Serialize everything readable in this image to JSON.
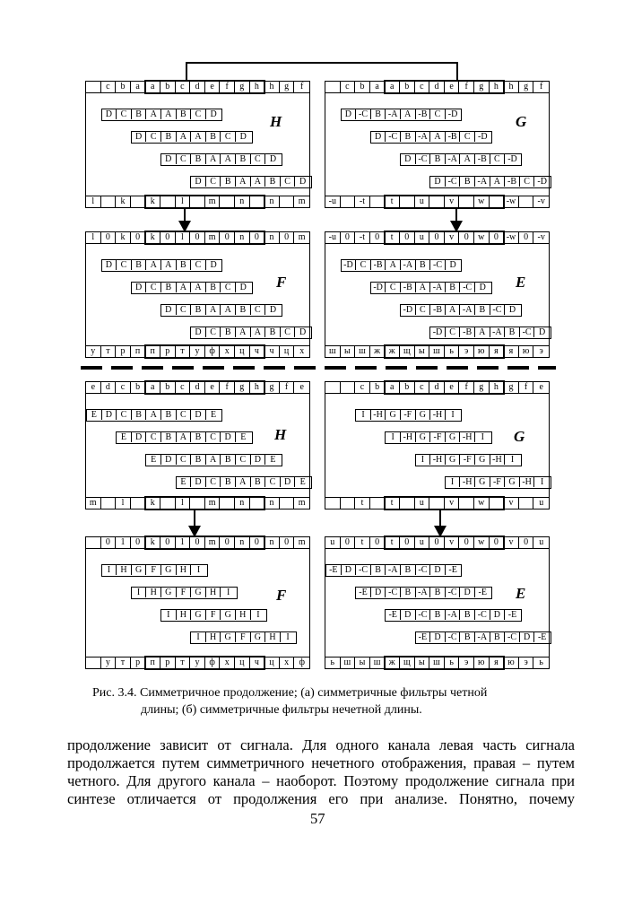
{
  "figure": {
    "panels": [
      {
        "id": "a-H",
        "label": "H",
        "header": [
          "",
          "c",
          "b",
          "a",
          "a",
          "b",
          "c",
          "d",
          "e",
          "f",
          "g",
          "h",
          "h",
          "g",
          "f"
        ],
        "row": [
          "D",
          "C",
          "B",
          "A",
          "A",
          "B",
          "C",
          "D"
        ],
        "bottom": [
          "l",
          "",
          "k",
          "",
          "k",
          "",
          "l",
          "",
          "m",
          "",
          "n",
          "",
          "n",
          "",
          "m"
        ]
      },
      {
        "id": "a-G",
        "label": "G",
        "header": [
          "",
          "c",
          "b",
          "a",
          "a",
          "b",
          "c",
          "d",
          "e",
          "f",
          "g",
          "h",
          "h",
          "g",
          "f"
        ],
        "row": [
          "D",
          "-C",
          "B",
          "-A",
          "A",
          "-B",
          "C",
          "-D"
        ],
        "bottom": [
          "-u",
          "",
          "-t",
          "",
          "t",
          "",
          "u",
          "",
          "v",
          "",
          "w",
          "",
          "-w",
          "",
          "-v"
        ]
      },
      {
        "id": "a-F",
        "label": "F",
        "header": [
          "l",
          "0",
          "k",
          "0",
          "k",
          "0",
          "l",
          "0",
          "m",
          "0",
          "n",
          "0",
          "n",
          "0",
          "m"
        ],
        "row": [
          "D",
          "C",
          "B",
          "A",
          "A",
          "B",
          "C",
          "D"
        ],
        "bottom": [
          "у",
          "т",
          "р",
          "п",
          "п",
          "р",
          "т",
          "у",
          "ф",
          "х",
          "ц",
          "ч",
          "ч",
          "ц",
          "х"
        ]
      },
      {
        "id": "a-E",
        "label": "E",
        "header": [
          "-u",
          "0",
          "-t",
          "0",
          "t",
          "0",
          "u",
          "0",
          "v",
          "0",
          "w",
          "0",
          "-w",
          "0",
          "-v"
        ],
        "row": [
          "-D",
          "C",
          "-B",
          "A",
          "-A",
          "B",
          "-C",
          "D"
        ],
        "bottom": [
          "ш",
          "ы",
          "ш",
          "ж",
          "ж",
          "щ",
          "ы",
          "ш",
          "ь",
          "э",
          "ю",
          "я",
          "я",
          "ю",
          "э"
        ]
      },
      {
        "id": "b-H",
        "label": "H",
        "header": [
          "e",
          "d",
          "c",
          "b",
          "a",
          "b",
          "c",
          "d",
          "e",
          "f",
          "g",
          "h",
          "g",
          "f",
          "e"
        ],
        "row": [
          "E",
          "D",
          "C",
          "B",
          "A",
          "B",
          "C",
          "D",
          "E"
        ],
        "bottom": [
          "m",
          "",
          "l",
          "",
          "k",
          "",
          "l",
          "",
          "m",
          "",
          "n",
          "",
          "n",
          "",
          "m"
        ]
      },
      {
        "id": "b-G",
        "label": "G",
        "header": [
          "",
          "",
          "c",
          "b",
          "a",
          "b",
          "c",
          "d",
          "e",
          "f",
          "g",
          "h",
          "g",
          "f",
          "e"
        ],
        "row": [
          "I",
          "-H",
          "G",
          "-F",
          "G",
          "-H",
          "I"
        ],
        "bottom": [
          "",
          "",
          "t",
          "",
          "t",
          "",
          "u",
          "",
          "v",
          "",
          "w",
          "",
          "v",
          "",
          "u"
        ]
      },
      {
        "id": "b-F",
        "label": "F",
        "header": [
          "",
          "0",
          "1",
          "0",
          "k",
          "0",
          "1",
          "0",
          "m",
          "0",
          "n",
          "0",
          "n",
          "0",
          "m"
        ],
        "row": [
          "I",
          "H",
          "G",
          "F",
          "G",
          "H",
          "I"
        ],
        "bottom": [
          "",
          "у",
          "т",
          "р",
          "п",
          "р",
          "т",
          "у",
          "ф",
          "х",
          "ц",
          "ч",
          "ц",
          "х",
          "ф"
        ]
      },
      {
        "id": "b-E",
        "label": "E",
        "header": [
          "u",
          "0",
          "t",
          "0",
          "t",
          "0",
          "u",
          "0",
          "v",
          "0",
          "w",
          "0",
          "v",
          "0",
          "u"
        ],
        "row": [
          "-E",
          "D",
          "-C",
          "B",
          "-A",
          "B",
          "-C",
          "D",
          "-E"
        ],
        "bottom": [
          "ь",
          "ш",
          "ы",
          "ш",
          "ж",
          "щ",
          "ы",
          "ш",
          "ь",
          "э",
          "ю",
          "я",
          "ю",
          "э",
          "ь"
        ]
      }
    ]
  },
  "caption": {
    "line1": "Рис. 3.4. Симметричное продолжение; (а) симметричные фильтры четной",
    "line2": "длины; (б) симметричные фильтры нечетной длины."
  },
  "body": {
    "lines": [
      "продолжение зависит от сигнала. Для одного канала левая часть сигнала",
      "продолжается путем симметричного нечетного отображения, правая – путем",
      "четного. Для другого канала –  наоборот. Поэтому продолжение сигнала при",
      "синтезе отличается от продолжения его при анализе. Понятно, почему"
    ]
  },
  "page_number": "57"
}
